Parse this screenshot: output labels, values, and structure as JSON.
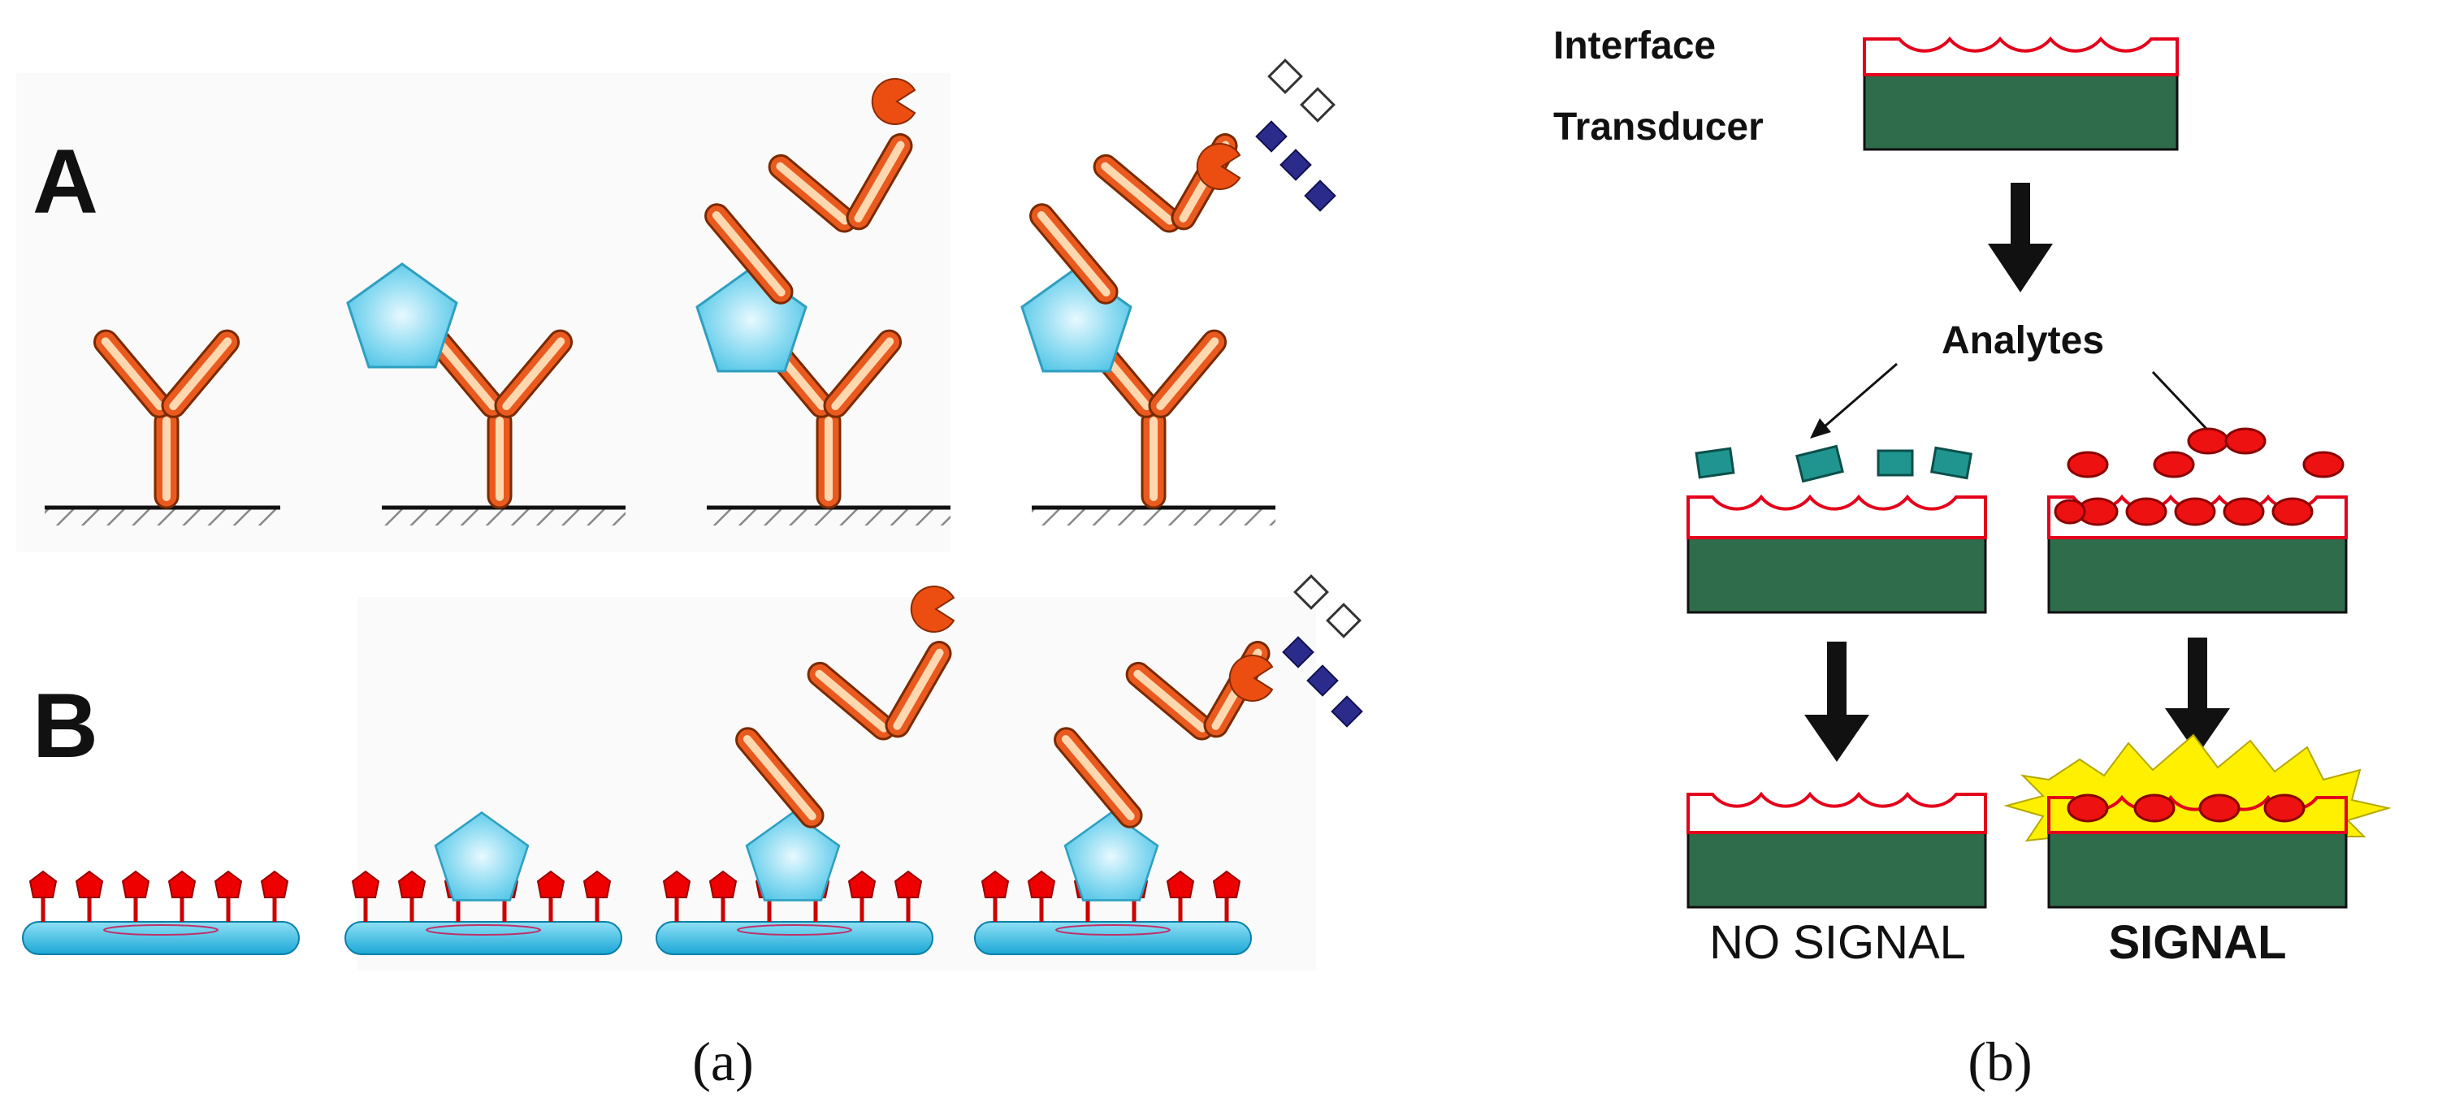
{
  "panel_a": {
    "row_a_label": "A",
    "row_b_label": "B",
    "caption": "(a)"
  },
  "panel_b": {
    "interface_label": "Interface",
    "transducer_label": "Transducer",
    "analytes_label": "Analytes",
    "no_signal_label": "NO SIGNAL",
    "signal_label": "SIGNAL",
    "caption": "(b)"
  },
  "colors": {
    "antibody_fill": "#ea5a1e",
    "antibody_highlight": "#ffd2a8",
    "antigen_fill": "#79d6ef",
    "marker_fill": "#ec4e12",
    "substrate_fill": "#2b2b8c",
    "transducer_fill": "#2f6c4c",
    "interface_line": "#e3001b",
    "teal_analyte": "#20958f",
    "red_analyte": "#ee1111",
    "signal_burst": "#fff000",
    "membrane_fill": "#33bde3",
    "receptor_fill": "#ee0000"
  }
}
